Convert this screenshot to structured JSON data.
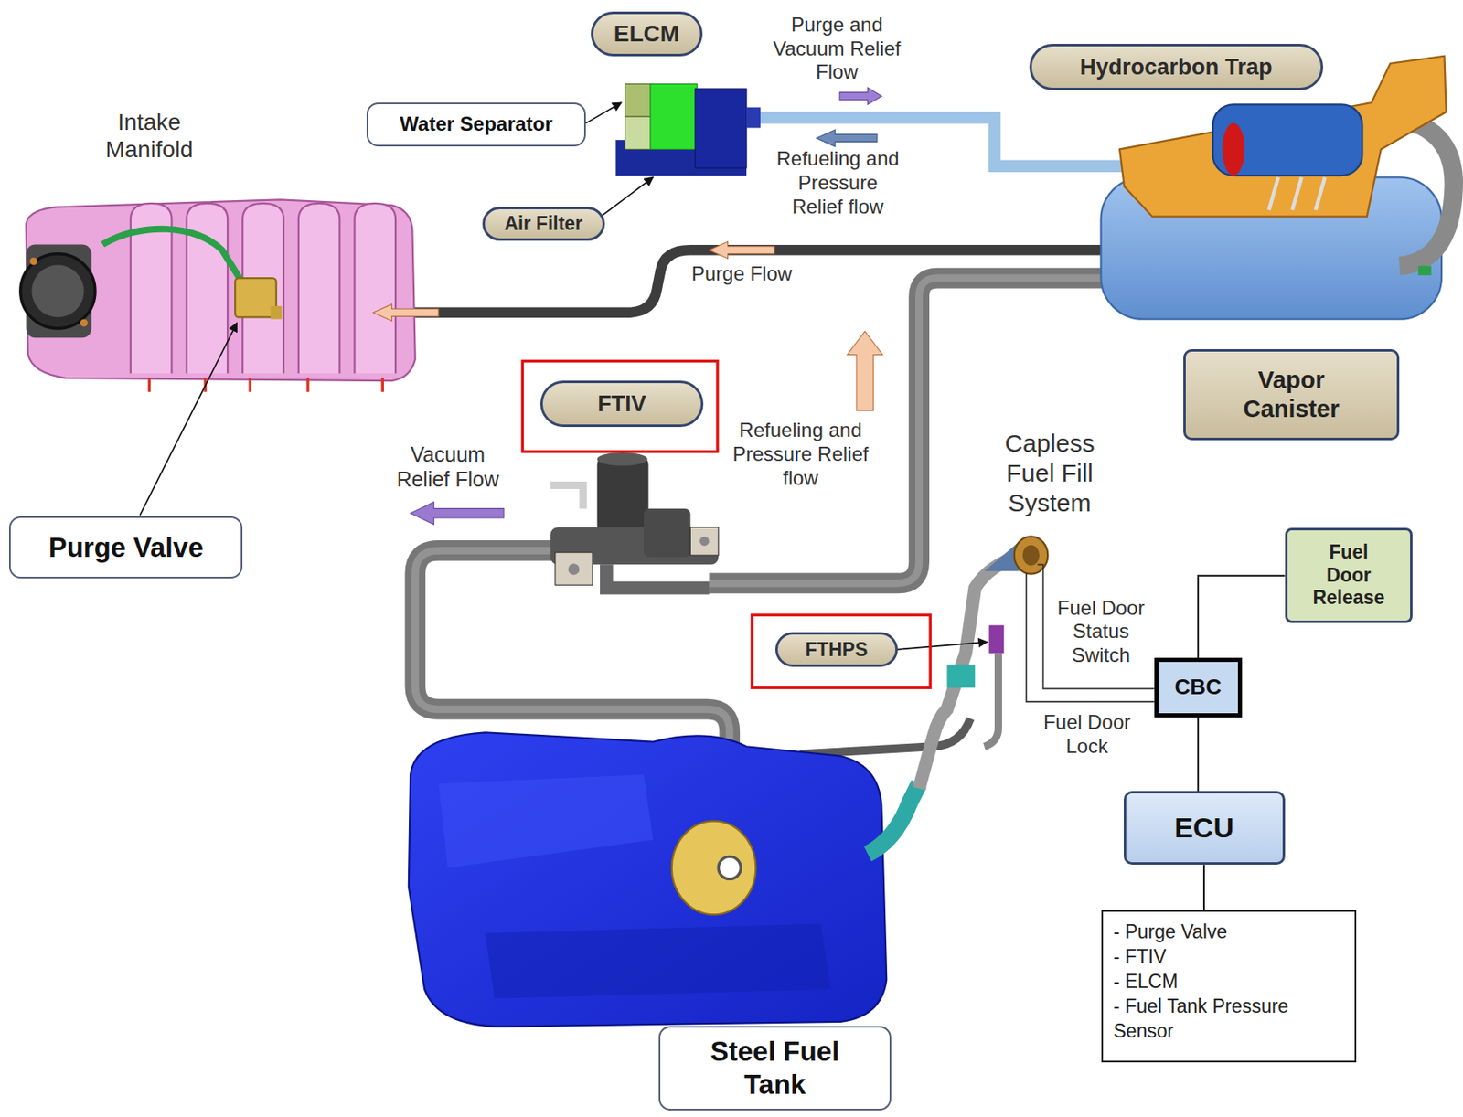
{
  "diagram": {
    "nodes": [
      {
        "text": [
          "ELCM"
        ]
      },
      {
        "text": [
          "Water Separator"
        ]
      },
      {
        "text": [
          "Air Filter"
        ]
      },
      {
        "text": [
          "Hydrocarbon Trap"
        ]
      },
      {
        "text": [
          "Vapor Canister"
        ]
      },
      {
        "text": [
          "Purge Valve"
        ]
      },
      {
        "text": [
          "FTIV"
        ]
      },
      {
        "text": [
          "FTHPS"
        ]
      },
      {
        "text": [
          "Fuel Door Release"
        ]
      },
      {
        "text": [
          "CBC"
        ]
      },
      {
        "text": [
          "ECU"
        ]
      },
      {
        "text": [
          "- Purge Valve",
          "- FTIV",
          "- ELCM",
          "- Fuel Tank Pressure Sensor"
        ]
      },
      {
        "text": [
          "Steel Fuel Tank"
        ]
      }
    ],
    "edges": [
      {
        "from": 9,
        "to": 8,
        "arrow": "none"
      },
      {
        "from": 9,
        "to": 10,
        "arrow": "none"
      },
      {
        "from": 10,
        "to": 11,
        "arrow": "none"
      }
    ],
    "labels": [
      "Purge and Vacuum Relief Flow",
      "Intake Manifold",
      "Refueling and Pressure Relief flow",
      "Purge Flow",
      "Refueling and Pressure Relief flow",
      "Vacuum Relief Flow",
      "Capless Fuel Fill System",
      "Fuel Door Status Switch",
      "Fuel Door Lock"
    ]
  }
}
